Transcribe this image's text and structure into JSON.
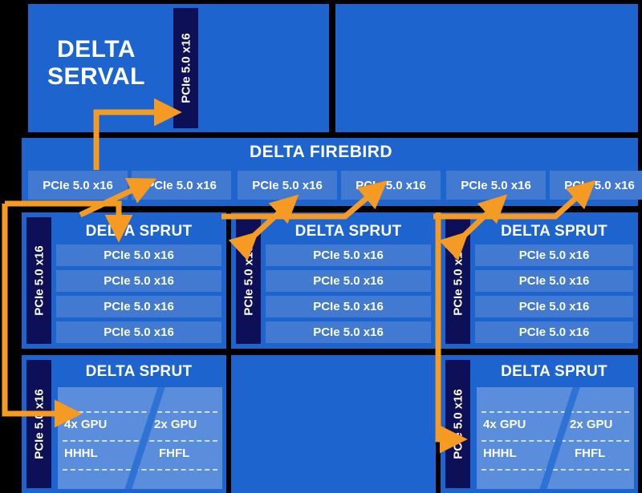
{
  "meta": {
    "colors": {
      "background": "#000000",
      "panel_blue": "#1d64cf",
      "slot_blue": "#4279d1",
      "connector_navy": "#0d1056",
      "gpu_panel": "#5b8ddd",
      "gpu_divider": "#2f72d6",
      "arrow_orange": "#f59a23",
      "text_white": "#ffffff",
      "dash_line": "#cfe0f7"
    },
    "slot_label": "PCIe 5.0 x16"
  },
  "serval": {
    "title_line1": "DELTA",
    "title_line2": "SERVAL",
    "connector": {
      "label": "PCIe 5.0 x16"
    }
  },
  "firebird": {
    "title": "DELTA FIREBIRD",
    "slots": [
      {
        "label": "PCIe 5.0 x16"
      },
      {
        "label": "PCIe 5.0 x16"
      },
      {
        "label": "PCIe 5.0 x16"
      },
      {
        "label": "PCIe 5.0 x16"
      },
      {
        "label": "PCIe 5.0 x16"
      },
      {
        "label": "PCIe 5.0 x16"
      }
    ]
  },
  "sprut_row_top": [
    {
      "title": "DELTA SPRUT",
      "uplink": {
        "label": "PCIe 5.0 x16"
      },
      "slots": [
        {
          "label": "PCIe 5.0 x16"
        },
        {
          "label": "PCIe 5.0 x16"
        },
        {
          "label": "PCIe 5.0 x16"
        },
        {
          "label": "PCIe 5.0 x16"
        }
      ]
    },
    {
      "title": "DELTA SPRUT",
      "uplink": {
        "label": "PCIe 5.0 x16"
      },
      "slots": [
        {
          "label": "PCIe 5.0 x16"
        },
        {
          "label": "PCIe 5.0 x16"
        },
        {
          "label": "PCIe 5.0 x16"
        },
        {
          "label": "PCIe 5.0 x16"
        }
      ]
    },
    {
      "title": "DELTA SPRUT",
      "uplink": {
        "label": "PCIe 5.0 x16"
      },
      "slots": [
        {
          "label": "PCIe 5.0 x16"
        },
        {
          "label": "PCIe 5.0 x16"
        },
        {
          "label": "PCIe 5.0 x16"
        },
        {
          "label": "PCIe 5.0 x16"
        }
      ]
    }
  ],
  "sprut_row_bottom": [
    {
      "title": "DELTA SPRUT",
      "uplink": {
        "label": "PCIe 5.0 x16"
      },
      "gpu": {
        "left_count": "4x GPU",
        "left_form": "HHHL",
        "right_count": "2x GPU",
        "right_form": "FHFL"
      }
    },
    {
      "title": "DELTA SPRUT",
      "uplink": {
        "label": "PCIe 5.0 x16"
      },
      "gpu": {
        "left_count": "4x GPU",
        "left_form": "HHHL",
        "right_count": "2x GPU",
        "right_form": "FHFL"
      }
    }
  ]
}
